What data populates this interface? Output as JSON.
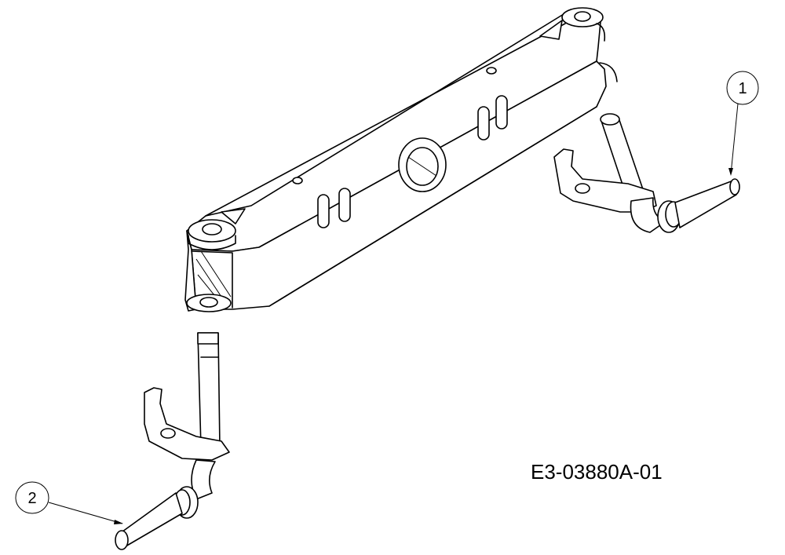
{
  "callouts": [
    {
      "label": "1"
    },
    {
      "label": "2"
    }
  ],
  "drawing_code": "E3-03880A-01",
  "colors": {
    "ink": "#000000",
    "paper": "#ffffff"
  }
}
